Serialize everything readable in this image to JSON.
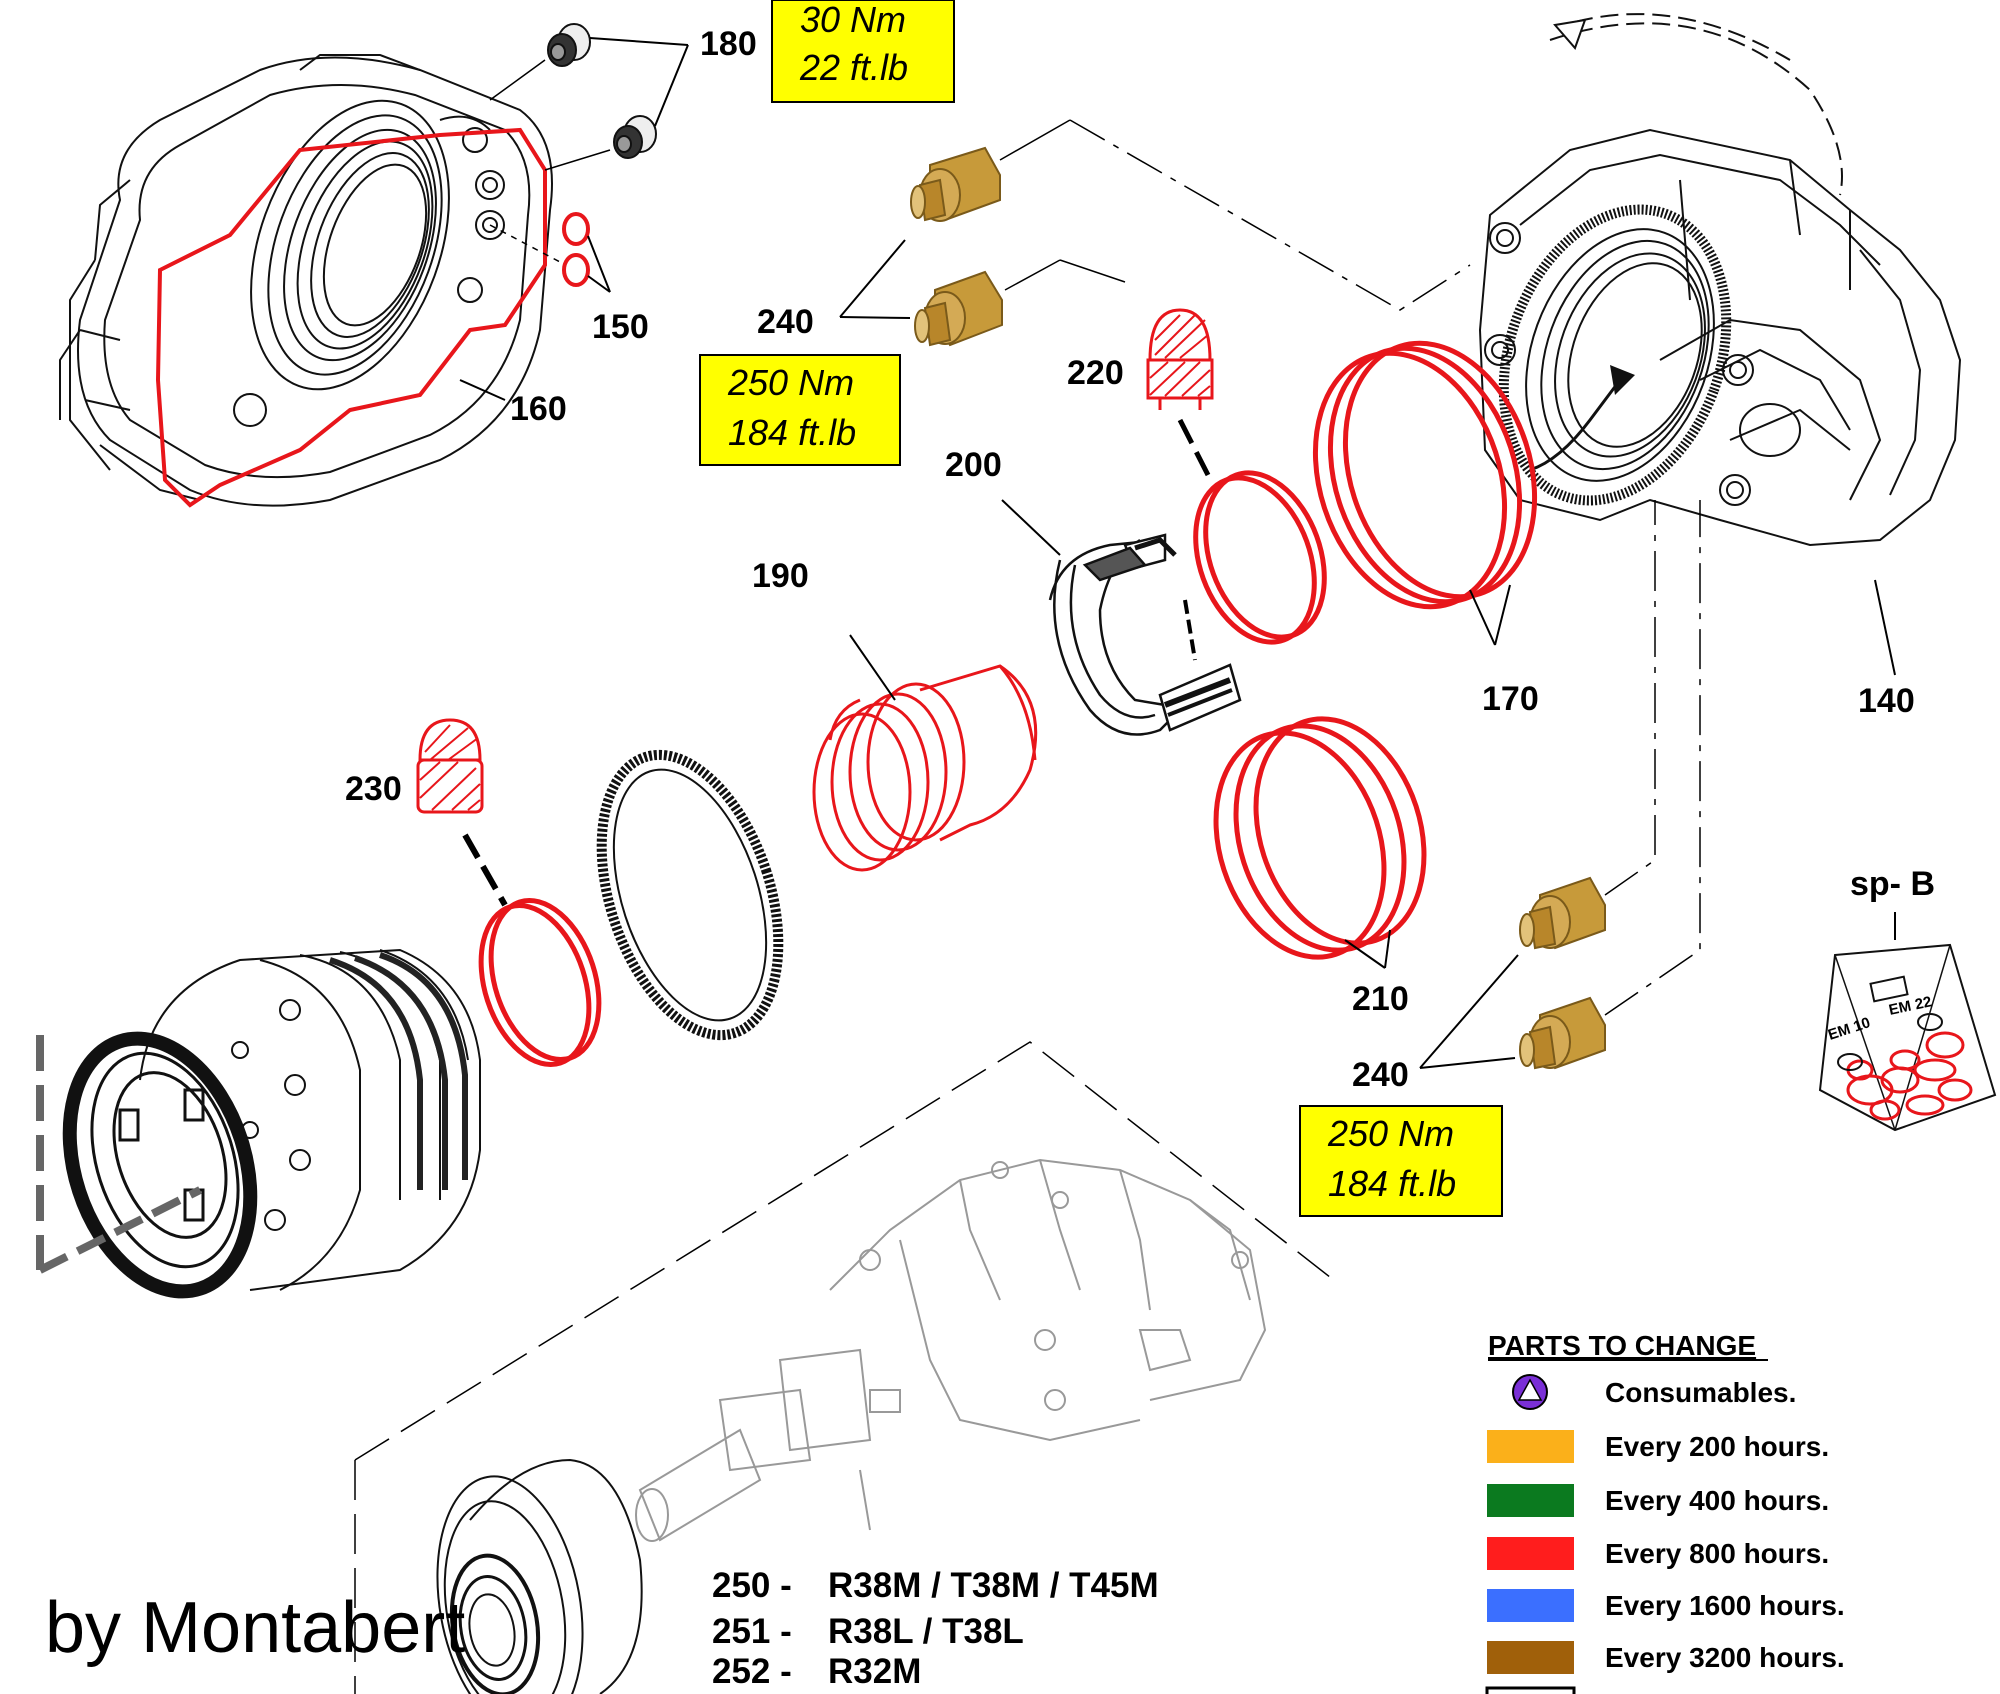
{
  "labels": {
    "p180": "180",
    "p150": "150",
    "p160": "160",
    "p240a": "240",
    "p240b": "240",
    "p220": "220",
    "p200": "200",
    "p190": "190",
    "p230": "230",
    "p170": "170",
    "p140": "140",
    "p210": "210",
    "spb": "sp- B",
    "em10": "EM 10",
    "em22": "EM 22"
  },
  "torque": {
    "t1": {
      "nm": "30 Nm",
      "ftlb": "22 ft.lb"
    },
    "t2": {
      "nm": "250 Nm",
      "ftlb": "184 ft.lb"
    },
    "t3": {
      "nm": "250 Nm",
      "ftlb": "184 ft.lb"
    }
  },
  "models": [
    {
      "code": "250 -",
      "names": "R38M / T38M / T45M"
    },
    {
      "code": "251 -",
      "names": "R38L / T38L"
    },
    {
      "code": "252 -",
      "names": "R32M"
    }
  ],
  "legend": {
    "title": "PARTS TO CHANGE",
    "items": [
      {
        "text": "Consumables.",
        "color": "#7a2fd6",
        "icon": "triangle-circle-icon"
      },
      {
        "text": "Every 200 hours.",
        "color": "#fbb01a"
      },
      {
        "text": "Every 400 hours.",
        "color": "#0b7a1f"
      },
      {
        "text": "Every 800 hours.",
        "color": "#ff1d1d"
      },
      {
        "text": "Every 1600 hours.",
        "color": "#3b6fff"
      },
      {
        "text": "Every 3200 hours.",
        "color": "#a0600a"
      }
    ]
  },
  "credit": "by Montabert",
  "colors": {
    "wear": "#e8161b",
    "torque_box": "#ffff00",
    "fitting": "#c79a3a"
  }
}
